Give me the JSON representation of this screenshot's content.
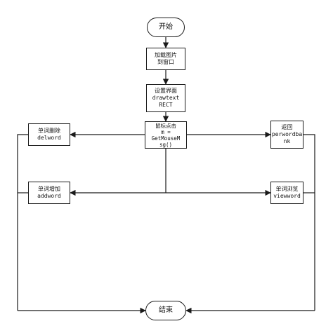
{
  "nodes": {
    "start": {
      "label": "开始"
    },
    "load": {
      "lines": [
        "加载图片",
        "到窗口"
      ]
    },
    "setup": {
      "lines": [
        "设置界面",
        "drawtext",
        "RECT"
      ]
    },
    "mouse": {
      "lines": [
        "鼠标点击",
        "m =",
        "GetMouseM",
        "sg()"
      ]
    },
    "delete": {
      "lines": [
        "单词删除",
        "delword"
      ]
    },
    "add": {
      "lines": [
        "单词增加",
        "addword"
      ]
    },
    "back": {
      "lines": [
        "返回",
        "perwordba",
        "nk"
      ]
    },
    "browse": {
      "lines": [
        "单词浏览",
        "viewword"
      ]
    },
    "end": {
      "label": "结束"
    }
  },
  "colors": {
    "stroke": "#1a1a1a",
    "background": "#ffffff"
  }
}
